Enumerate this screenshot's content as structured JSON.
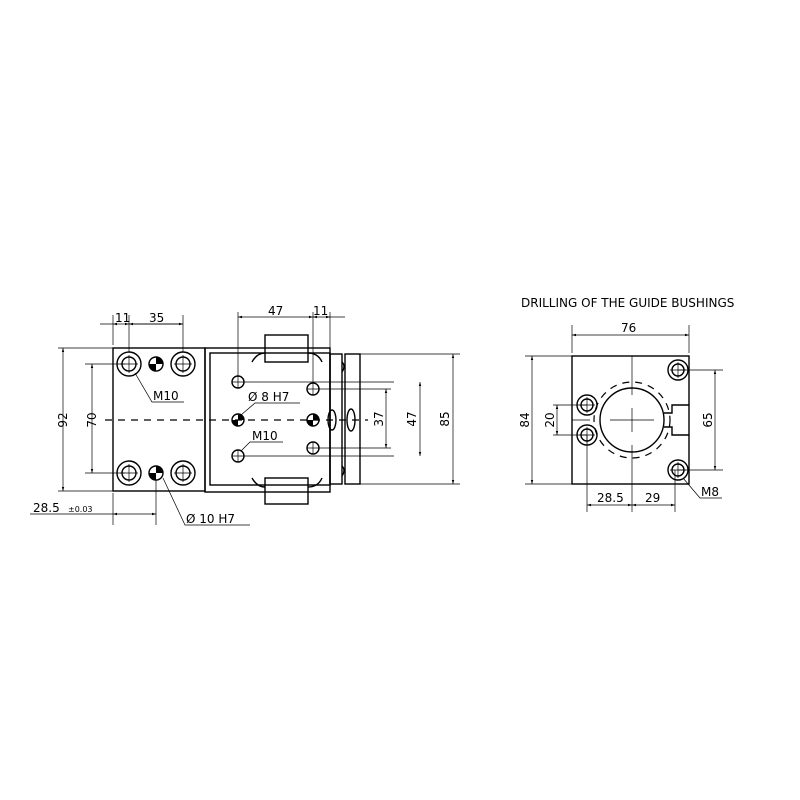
{
  "left_view": {
    "dims": {
      "d11": "11",
      "d35": "35",
      "d92": "92",
      "d70": "70",
      "d28_5": "28.5",
      "tol": "±0.03",
      "d47_top": "47",
      "d11_top": "11",
      "d37": "37",
      "d47_v": "47",
      "d85": "85"
    },
    "callouts": {
      "m10_left": "M10",
      "dia10": "Ø 10  H7",
      "dia8": "Ø 8  H7",
      "m10_mid": "M10"
    }
  },
  "right_view": {
    "title": "DRILLING OF THE GUIDE BUSHINGS",
    "dims": {
      "d76": "76",
      "d84": "84",
      "d20": "20",
      "d65": "65",
      "d28_5": "28.5",
      "d29": "29"
    },
    "callouts": {
      "m8": "M8"
    }
  }
}
